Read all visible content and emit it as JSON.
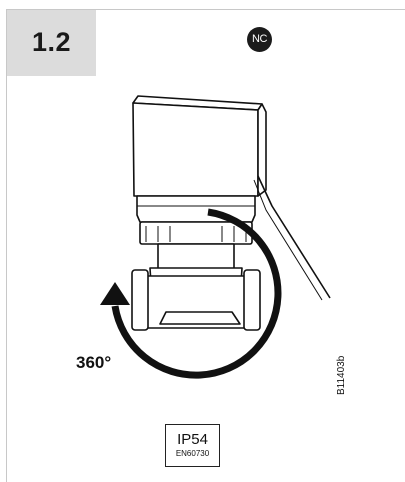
{
  "step": {
    "label": "1.2"
  },
  "badge": {
    "text": "NC"
  },
  "rotation": {
    "label": "360°"
  },
  "document": {
    "code": "B11403b"
  },
  "protection": {
    "rating": "IP54",
    "standard": "EN60730"
  }
}
